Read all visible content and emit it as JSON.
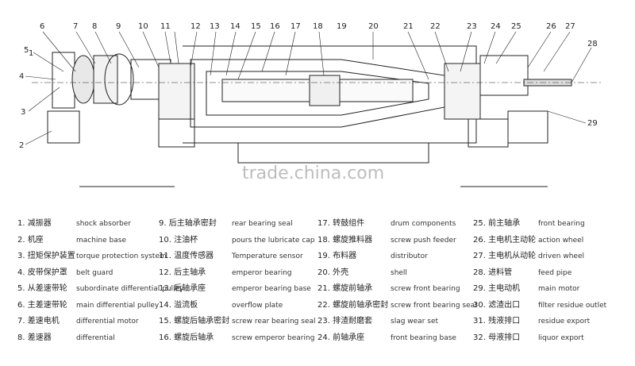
{
  "watermark": "trade.china.com",
  "callouts": [
    "1",
    "2",
    "3",
    "4",
    "5",
    "6",
    "7",
    "8",
    "9",
    "10",
    "11",
    "12",
    "13",
    "14",
    "15",
    "16",
    "17",
    "18",
    "19",
    "20",
    "21",
    "22",
    "23",
    "24",
    "25",
    "26",
    "27",
    "28",
    "29"
  ],
  "legend": [
    {
      "zh": "1. 减振器",
      "en": "shock absorber"
    },
    {
      "zh": "2. 机座",
      "en": "machine base"
    },
    {
      "zh": "3. 扭矩保护装置",
      "en": "torque protection system"
    },
    {
      "zh": "4. 皮带保护罩",
      "en": "belt guard"
    },
    {
      "zh": "5. 从差速带轮",
      "en": "subordinate differential pulley"
    },
    {
      "zh": "6. 主差速带轮",
      "en": "main differential pulley"
    },
    {
      "zh": "7. 差速电机",
      "en": "differential motor"
    },
    {
      "zh": "8. 差速器",
      "en": "differential"
    },
    {
      "zh": "9. 后主轴承密封",
      "en": "rear bearing seal"
    },
    {
      "zh": "10. 注油杯",
      "en": "pours the lubricate cap"
    },
    {
      "zh": "11. 温度传感器",
      "en": "Temperature sensor"
    },
    {
      "zh": "12. 后主轴承",
      "en": "emperor bearing"
    },
    {
      "zh": "13. 后轴承座",
      "en": "emperor bearing base"
    },
    {
      "zh": "14. 溢流板",
      "en": "overflow plate"
    },
    {
      "zh": "15. 螺旋后轴承密封",
      "en": "screw rear bearing seal"
    },
    {
      "zh": "16. 螺旋后轴承",
      "en": "screw emperor bearing"
    },
    {
      "zh": "17. 转鼓组件",
      "en": "drum components"
    },
    {
      "zh": "18. 螺旋推料器",
      "en": "screw push feeder"
    },
    {
      "zh": "19. 布料器",
      "en": "distributor"
    },
    {
      "zh": "20. 外壳",
      "en": "shell"
    },
    {
      "zh": "21. 螺旋前轴承",
      "en": "screw front bearing"
    },
    {
      "zh": "22. 螺旋前轴承密封",
      "en": "screw front bearing seal"
    },
    {
      "zh": "23. 排渣耐磨套",
      "en": "slag wear set"
    },
    {
      "zh": "24. 前轴承座",
      "en": "front bearing base"
    },
    {
      "zh": "25. 前主轴承",
      "en": "front bearing"
    },
    {
      "zh": "26. 主电机主动轮",
      "en": "action wheel"
    },
    {
      "zh": "27. 主电机从动轮",
      "en": "driven wheel"
    },
    {
      "zh": "28. 进料管",
      "en": "feed pipe"
    },
    {
      "zh": "29. 主电动机",
      "en": "main motor"
    },
    {
      "zh": "30. 滤渣出口",
      "en": "filter residue outlet"
    },
    {
      "zh": "31. 残液排口",
      "en": "residue export"
    },
    {
      "zh": "32. 母液排口",
      "en": "liquor export"
    }
  ]
}
